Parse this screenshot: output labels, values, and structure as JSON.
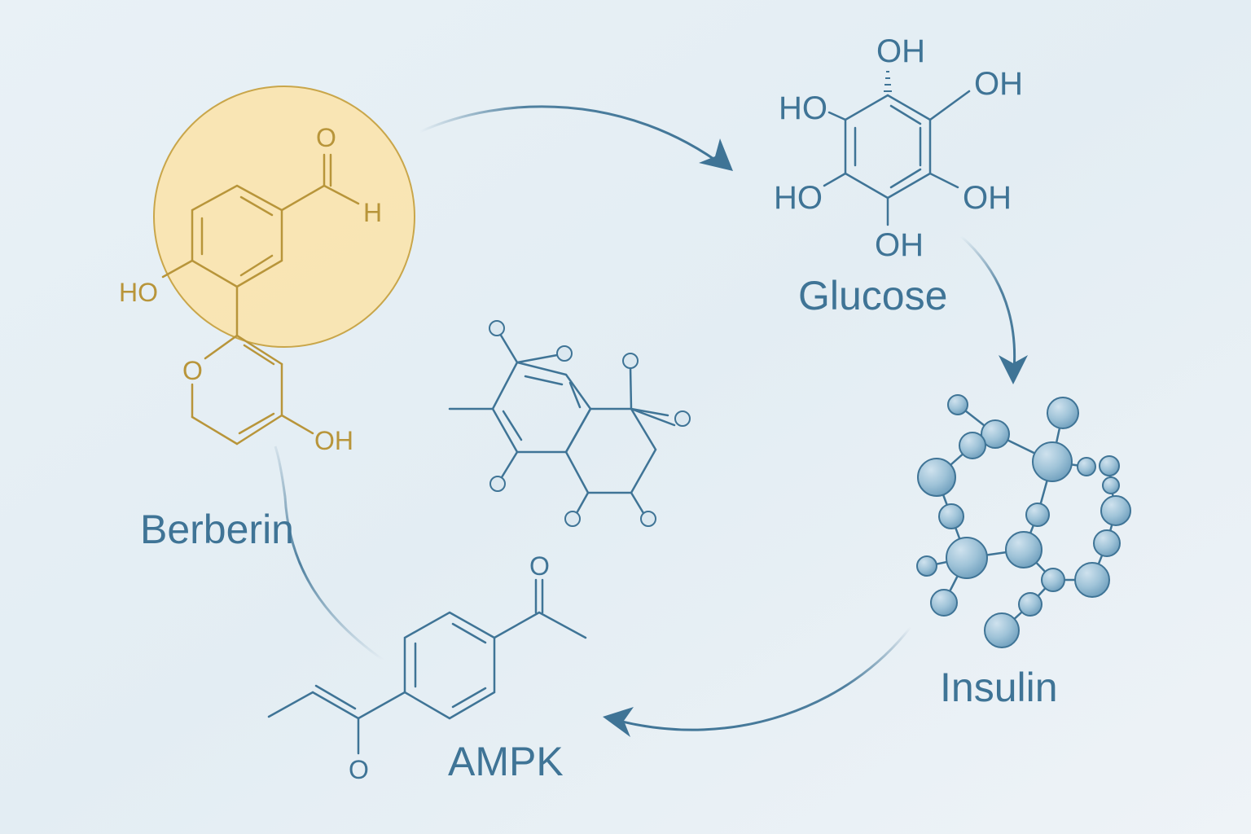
{
  "diagram": {
    "nodes": {
      "berberin": {
        "label": "Berberin",
        "atoms": {
          "oxo": "O",
          "hydrogen": "H",
          "hydroxyl_left": "HO",
          "ring_oxygen": "O",
          "hydroxyl_bottom": "OH"
        }
      },
      "glucose": {
        "label": "Glucose",
        "atoms": {
          "oh_top": "OH",
          "oh_upper_right": "OH",
          "ho_upper_left": "HO",
          "ho_lower_left": "HO",
          "oh_lower_right": "OH",
          "oh_bottom": "OH"
        }
      },
      "insulin": {
        "label": "Insulin"
      },
      "ampk": {
        "label": "AMPK",
        "atoms": {
          "oxo_top": "O",
          "oxo_bottom": "O"
        }
      }
    },
    "cycle_order": [
      "Berberin",
      "Glucose",
      "Insulin",
      "AMPK"
    ],
    "colors": {
      "primary": "#3f7496",
      "highlight_fill": "#fce3a8",
      "highlight_stroke": "#c9a64a",
      "berberin_structure": "#b8953a",
      "background": "#e8f0f6"
    }
  }
}
